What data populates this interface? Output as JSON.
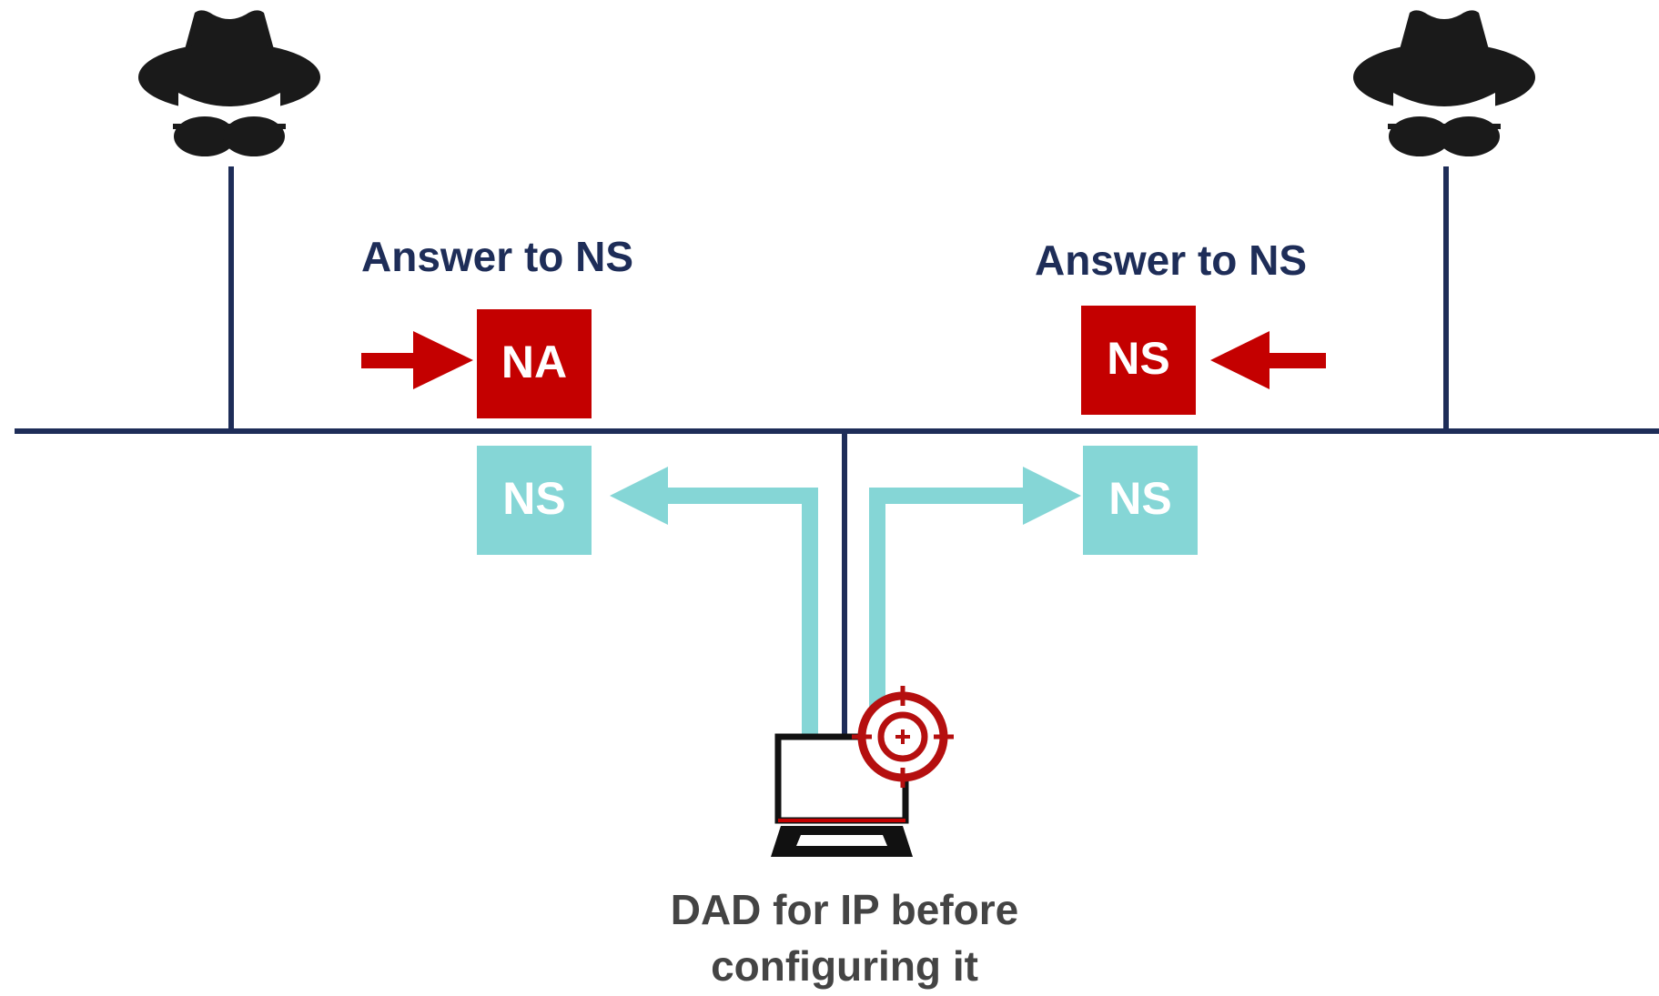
{
  "colors": {
    "network_line": "#1e2d58",
    "attacker_icon": "#1a1a1a",
    "malicious_packet": "#c40000",
    "legit_packet": "#85d6d6",
    "heading_text": "#1e2d58",
    "caption_text": "#444444",
    "target_icon": "#b50f0f",
    "laptop": "#111111"
  },
  "left_attacker": {
    "icon": "spy-icon",
    "annotation": "Answer to NS",
    "reply_packet": "NA",
    "received_packet": "NS"
  },
  "right_attacker": {
    "icon": "spy-icon",
    "annotation": "Answer to NS",
    "reply_packet": "NS",
    "received_packet": "NS"
  },
  "victim": {
    "icon": "laptop-icon",
    "marker_icon": "crosshair-target-icon",
    "caption_line1": "DAD for IP before",
    "caption_line2": "configuring it"
  }
}
